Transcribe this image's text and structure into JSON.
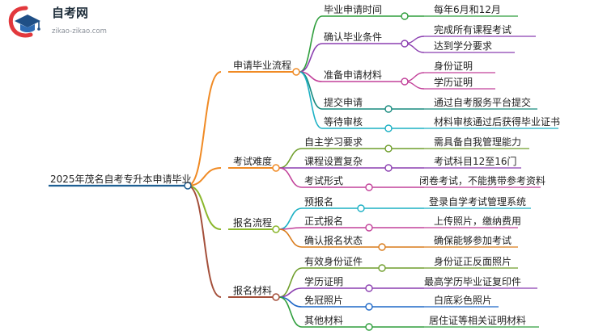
{
  "logo": {
    "title": "自考网",
    "url": "zikao-zikao.com"
  },
  "colors": {
    "root": "#1e5f93",
    "branch_1": "#f08a24",
    "branch_2": "#f08a24",
    "branch_3": "#8bb72d",
    "branch_4": "#a44f3a",
    "c_green": "#2e9e3c",
    "c_purple": "#8b3fb0",
    "c_magenta": "#c2419a",
    "c_teal": "#178a7e",
    "c_cyan": "#1bb0c4",
    "c_olive": "#6f9e2b",
    "c_blue": "#1f68c7",
    "c_orange": "#d97a18"
  },
  "root": "2025年茂名自考专升本申请毕业",
  "branches": [
    {
      "label": "申请毕业流程",
      "children": [
        {
          "label": "毕业申请时间",
          "details": [
            "每年6月和12月"
          ]
        },
        {
          "label": "确认毕业条件",
          "details": [
            "完成所有课程考试",
            "达到学分要求"
          ]
        },
        {
          "label": "准备申请材料",
          "details": [
            "身份证明",
            "学历证明"
          ]
        },
        {
          "label": "提交申请",
          "details": [
            "通过自考服务平台提交"
          ]
        },
        {
          "label": "等待审核",
          "details": [
            "材料审核通过后获得毕业证书"
          ]
        }
      ]
    },
    {
      "label": "考试难度",
      "children": [
        {
          "label": "自主学习要求",
          "details": [
            "需具备自我管理能力"
          ]
        },
        {
          "label": "课程设置复杂",
          "details": [
            "考试科目12至16门"
          ]
        },
        {
          "label": "考试形式",
          "details": [
            "闭卷考试，不能携带参考资料"
          ]
        }
      ]
    },
    {
      "label": "报名流程",
      "children": [
        {
          "label": "预报名",
          "details": [
            "登录自学考试管理系统"
          ]
        },
        {
          "label": "正式报名",
          "details": [
            "上传照片，缴纳费用"
          ]
        },
        {
          "label": "确认报名状态",
          "details": [
            "确保能够参加考试"
          ]
        }
      ]
    },
    {
      "label": "报名材料",
      "children": [
        {
          "label": "有效身份证件",
          "details": [
            "身份证正反面照片"
          ]
        },
        {
          "label": "学历证明",
          "details": [
            "最高学历毕业证复印件"
          ]
        },
        {
          "label": "免冠照片",
          "details": [
            "白底彩色照片"
          ]
        },
        {
          "label": "其他材料",
          "details": [
            "居住证等相关证明材料"
          ]
        }
      ]
    }
  ]
}
